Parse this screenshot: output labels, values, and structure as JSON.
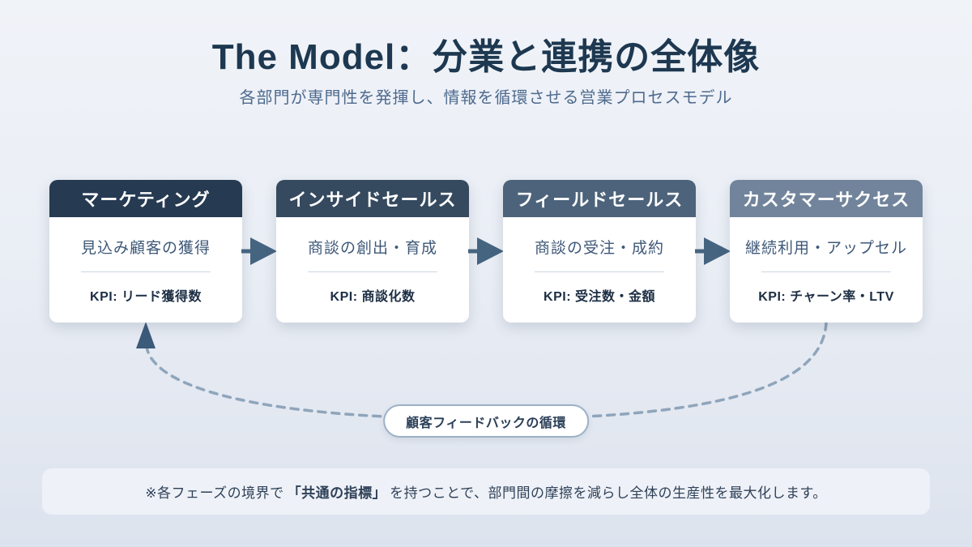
{
  "header": {
    "title": "The Model：分業と連携の全体像",
    "subtitle": "各部門が専門性を発揮し、情報を循環させる営業プロセスモデル"
  },
  "flow": {
    "cards": [
      {
        "title": "マーケティング",
        "function": "見込み顧客の獲得",
        "kpi": "KPI: リード獲得数",
        "header_color": "#263a52"
      },
      {
        "title": "インサイドセールス",
        "function": "商談の創出・育成",
        "kpi": "KPI: 商談化数",
        "header_color": "#35495f"
      },
      {
        "title": "フィールドセールス",
        "function": "商談の受注・成約",
        "kpi": "KPI: 受注数・金額",
        "header_color": "#4d637b"
      },
      {
        "title": "カスタマーサクセス",
        "function": "継続利用・アップセル",
        "kpi": "KPI: チャーン率・LTV",
        "header_color": "#71849b"
      }
    ],
    "arrow_color": "#456480"
  },
  "feedback_loop": {
    "label": "顧客フィードバックの循環",
    "line_color": "#8fa5bb",
    "arrowhead_color": "#3c5a7a"
  },
  "note": {
    "prefix": "※各フェーズの境界で",
    "bold": "「共通の指標」",
    "suffix": "を持つことで、部門間の摩擦を減らし全体の生産性を最大化します。"
  }
}
